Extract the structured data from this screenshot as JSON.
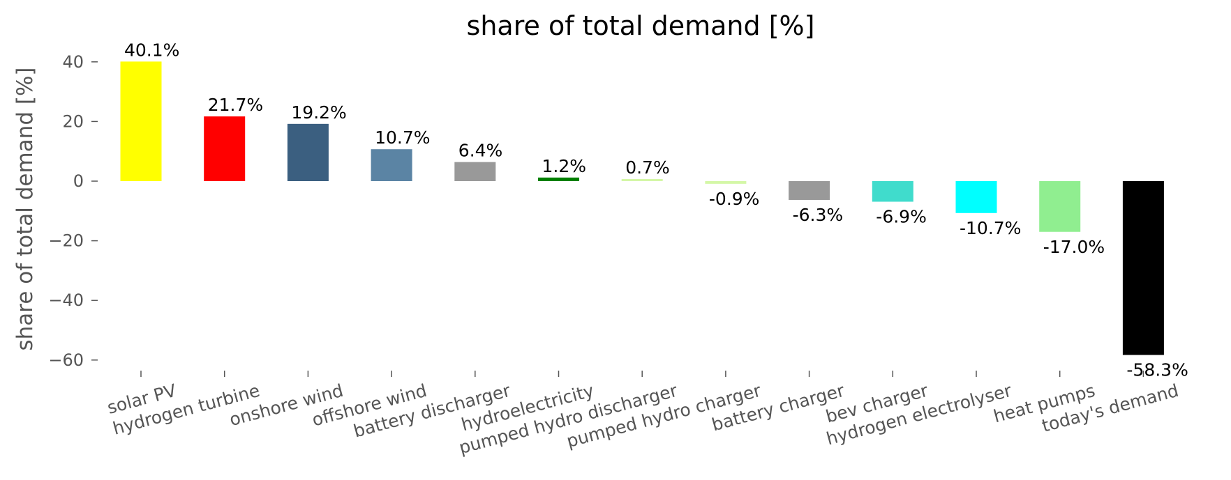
{
  "chart_data": {
    "type": "bar",
    "title": "share of total demand [%]",
    "ylabel": "share of total demand [%]",
    "xlabel": "",
    "ylim": [
      -65,
      42
    ],
    "yticks": [
      40,
      20,
      0,
      -20,
      -40,
      -60
    ],
    "grid": false,
    "categories": [
      "solar PV",
      "hydrogen turbine",
      "onshore wind",
      "offshore wind",
      "battery discharger",
      "hydroelectricity",
      "pumped hydro discharger",
      "pumped hydro charger",
      "battery charger",
      "bev charger",
      "hydrogen electrolyser",
      "heat pumps",
      "today's demand"
    ],
    "values": [
      40.1,
      21.7,
      19.2,
      10.7,
      6.4,
      1.2,
      0.7,
      -0.9,
      -6.3,
      -6.9,
      -10.7,
      -17.0,
      -58.3
    ],
    "value_labels": [
      "40.1%",
      "21.7%",
      "19.2%",
      "10.7%",
      "6.4%",
      "1.2%",
      "0.7%",
      "-0.9%",
      "-6.3%",
      "-6.9%",
      "-10.7%",
      "-17.0%",
      "-58.3%"
    ],
    "colors": [
      "#ffff00",
      "#ff0000",
      "#3b5f80",
      "#5b84a4",
      "#999999",
      "#008000",
      "#d4f7a7",
      "#d4f7a7",
      "#999999",
      "#40dccc",
      "#00ffff",
      "#90ee90",
      "#000000"
    ]
  }
}
